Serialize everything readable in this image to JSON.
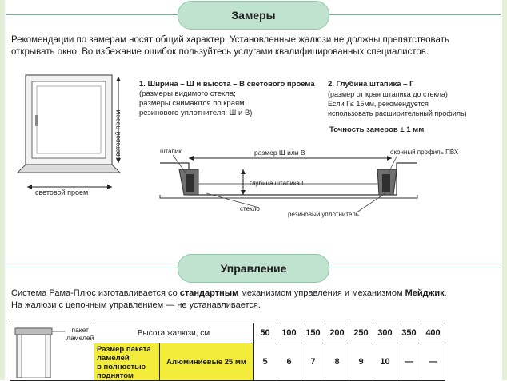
{
  "sections": {
    "measurements": {
      "title": "Замеры",
      "intro_line1": "Рекомендации по замерам носят общий характер. Установленные жалюзи не должны препятствовать",
      "intro_line2": "открывать окно. Во избежание ошибок пользуйтесь услугами квалифицированных специалистов.",
      "window_label_bottom": "световой проем",
      "window_label_side": "световой проем",
      "step1": {
        "title": "1. Ширина – Ш и высота – В светового проема",
        "line2": "(размеры видимого стекла;",
        "line3": "размеры снимаются по краям",
        "line4": "резинового уплотнителя: Ш и В)"
      },
      "step2": {
        "title": "2. Глубина штапика – Г",
        "line2": "(размер от края штапика до стекла)",
        "line3": "Если Г≤ 15мм,  рекомендуется",
        "line4": "использовать расширительный профиль)"
      },
      "accuracy": "Точность замеров ± 1 мм",
      "diagram": {
        "shtapik": "штапик",
        "size_label": "размер Ш  или В",
        "profile": "оконный профиль ПВХ",
        "depth": "глубина штапика Г",
        "glass": "стекло",
        "seal": "резиновый уплотнитель"
      }
    },
    "control": {
      "title": "Управление",
      "line1_a": "Система Рама-Плюс изготавливается со ",
      "line1_b": "стандартным",
      "line1_c": " механизмом управления и механизмом ",
      "line1_d": "Мейджик",
      "line1_e": ".",
      "line2": "На жалюзи с цепочным управлением — не устанавливается."
    }
  },
  "table": {
    "packet_label_1": "пакет",
    "packet_label_2": "ламелей",
    "header_label": "Высота жалюзи, см",
    "heights": [
      "50",
      "100",
      "150",
      "200",
      "250",
      "300",
      "350",
      "400"
    ],
    "row_label_1": "Размер пакета",
    "row_label_2": "ламелей",
    "row_label_3": "в полностью",
    "row_label_4": "поднятом",
    "material": "Алюминиевые 25 мм",
    "values": [
      "5",
      "6",
      "7",
      "8",
      "9",
      "10",
      "—",
      "—"
    ]
  },
  "colors": {
    "pill": "#bfe3cf",
    "rule": "#6fb79a",
    "highlight": "#f4ec3a"
  }
}
